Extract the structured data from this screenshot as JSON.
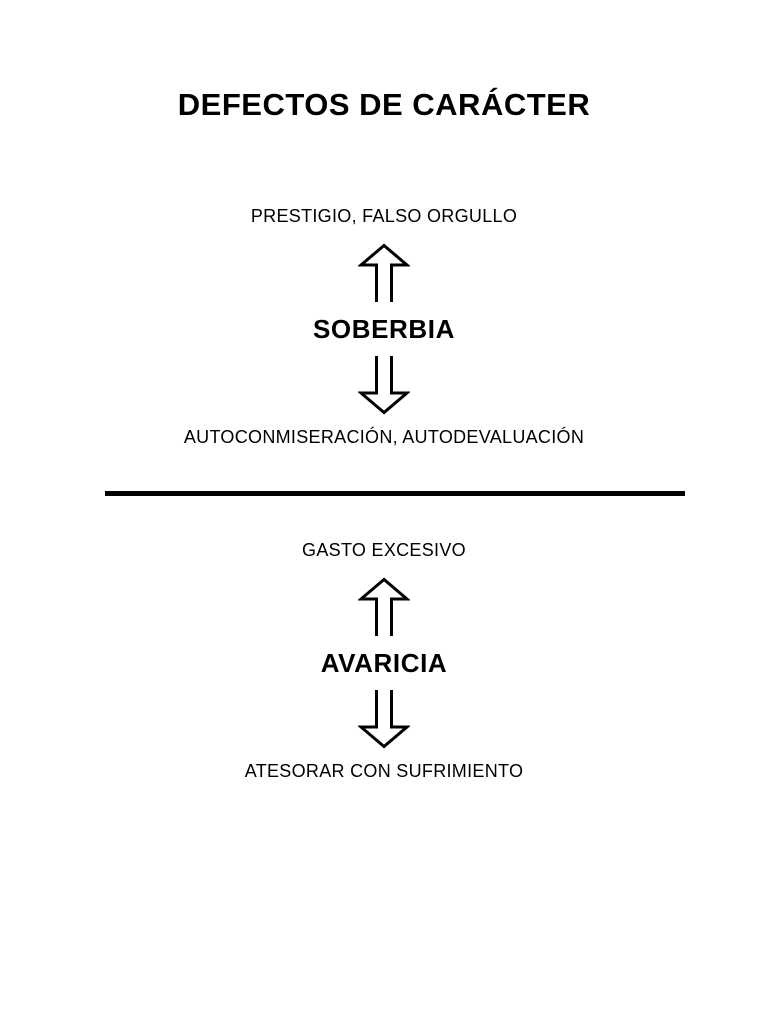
{
  "document": {
    "title": "DEFECTOS DE CARÁCTER",
    "background_color": "#ffffff",
    "text_color": "#000000"
  },
  "divider": {
    "name": "section-divider",
    "color": "#000000"
  },
  "sections": [
    {
      "id": "soberbia",
      "top_caption": "PRESTIGIO, FALSO ORGULLO",
      "up_arrow": "arrow-up-icon",
      "defect": "SOBERBIA",
      "down_arrow": "arrow-down-icon",
      "bottom_caption": "AUTOCONMISERACIÓN, AUTODEVALUACIÓN"
    },
    {
      "id": "avaricia",
      "top_caption": "GASTO EXCESIVO",
      "up_arrow": "arrow-up-icon",
      "defect": "AVARICIA",
      "down_arrow": "arrow-down-icon",
      "bottom_caption": "ATESORAR CON SUFRIMIENTO"
    }
  ]
}
